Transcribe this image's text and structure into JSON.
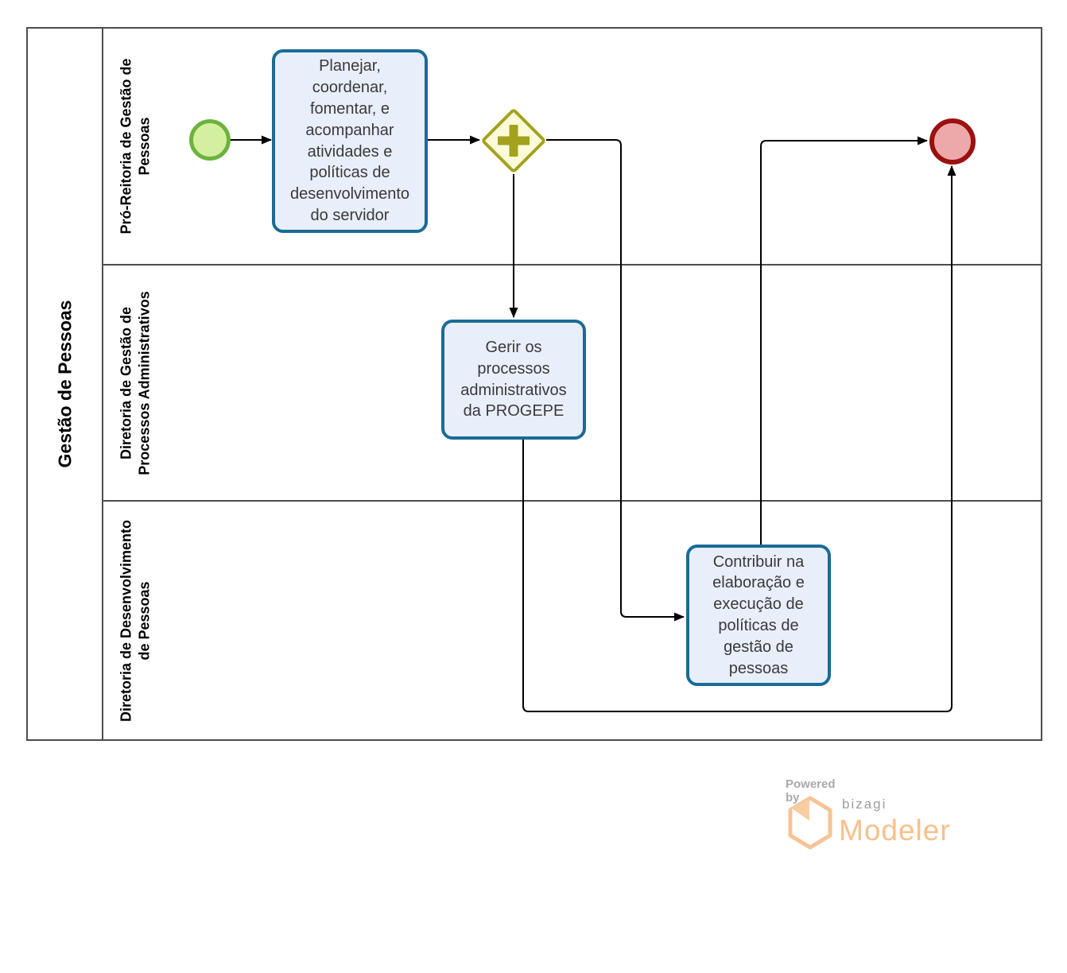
{
  "diagram": {
    "pool_label": "Gestão de Pessoas",
    "lanes": [
      {
        "name_lines": [
          "Pró-Reitoria de Gestão de",
          "Pessoas"
        ]
      },
      {
        "name_lines": [
          "Diretoria de Gestão de",
          "Processos Administrativos"
        ]
      },
      {
        "name_lines": [
          "Diretoria de Desenvolvimento",
          "de Pessoas"
        ]
      }
    ],
    "nodes": [
      {
        "id": "start",
        "type": "start_event",
        "lane": 0
      },
      {
        "id": "task_planejar",
        "type": "task",
        "lane": 0,
        "label": "Planejar, coordenar, fomentar, e acompanhar atividades e políticas de desenvolvimento do servidor"
      },
      {
        "id": "gateway",
        "type": "parallel_gateway",
        "lane": 0,
        "icon": "plus-icon"
      },
      {
        "id": "task_gerir",
        "type": "task",
        "lane": 1,
        "label": "Gerir os processos administrativos da PROGEPE"
      },
      {
        "id": "task_contribuir",
        "type": "task",
        "lane": 2,
        "label": "Contribuir na elaboração e execução de políticas de gestão de pessoas"
      },
      {
        "id": "end",
        "type": "end_event",
        "lane": 0
      }
    ],
    "flows": [
      {
        "from": "start",
        "to": "task_planejar"
      },
      {
        "from": "task_planejar",
        "to": "gateway"
      },
      {
        "from": "gateway",
        "to": "task_gerir"
      },
      {
        "from": "gateway",
        "to": "task_contribuir"
      },
      {
        "from": "task_gerir",
        "to": "end"
      },
      {
        "from": "task_contribuir",
        "to": "end"
      }
    ],
    "colors": {
      "task_fill": "#E9EEFB",
      "task_border": "#1A6B96",
      "start_fill": "#D5EFA0",
      "start_border": "#6CB33E",
      "end_fill": "#EDA9A9",
      "end_border": "#9C1010",
      "gateway_fill": "#FBFBD9",
      "gateway_accent": "#A2A21F",
      "flow_line": "#000000",
      "frame_border": "#4D4D4D",
      "text": "#3A3A3A",
      "logo_orange": "#F9C08A",
      "logo_gray": "#9E9E9E"
    }
  },
  "footer": {
    "powered_by": "Powered by",
    "brand": "bizagi",
    "product": "Modeler"
  }
}
